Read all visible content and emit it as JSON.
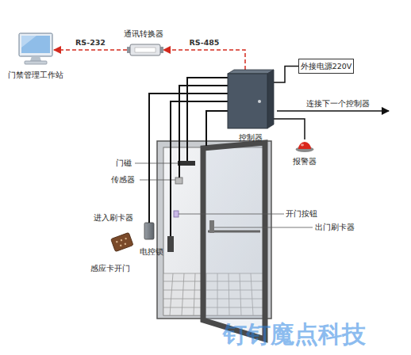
{
  "diagram": {
    "nodes": [
      {
        "text": [
          "门禁管理工作站"
        ]
      },
      {
        "text": [
          "通讯转换器"
        ]
      },
      {
        "text": [
          "控制器"
        ]
      },
      {
        "text": [
          "外接电源220V"
        ]
      },
      {
        "text": [
          "报警器"
        ]
      }
    ],
    "edges": [
      {
        "from": 1,
        "to": 0,
        "arrow": "to",
        "label": "RS-232"
      },
      {
        "from": 2,
        "to": 1,
        "arrow": "to",
        "label": "RS-485"
      },
      {
        "from": 3,
        "to": 2,
        "arrow": "none"
      },
      {
        "from": 2,
        "to": 4,
        "arrow": "none"
      }
    ],
    "labels": [
      "连接下一个控制器",
      "门磁",
      "传感器",
      "进入刷卡器",
      "感应卡开门",
      "电控锁",
      "开门按钮",
      "出门刷卡器",
      "钉钉魔点科技"
    ]
  }
}
